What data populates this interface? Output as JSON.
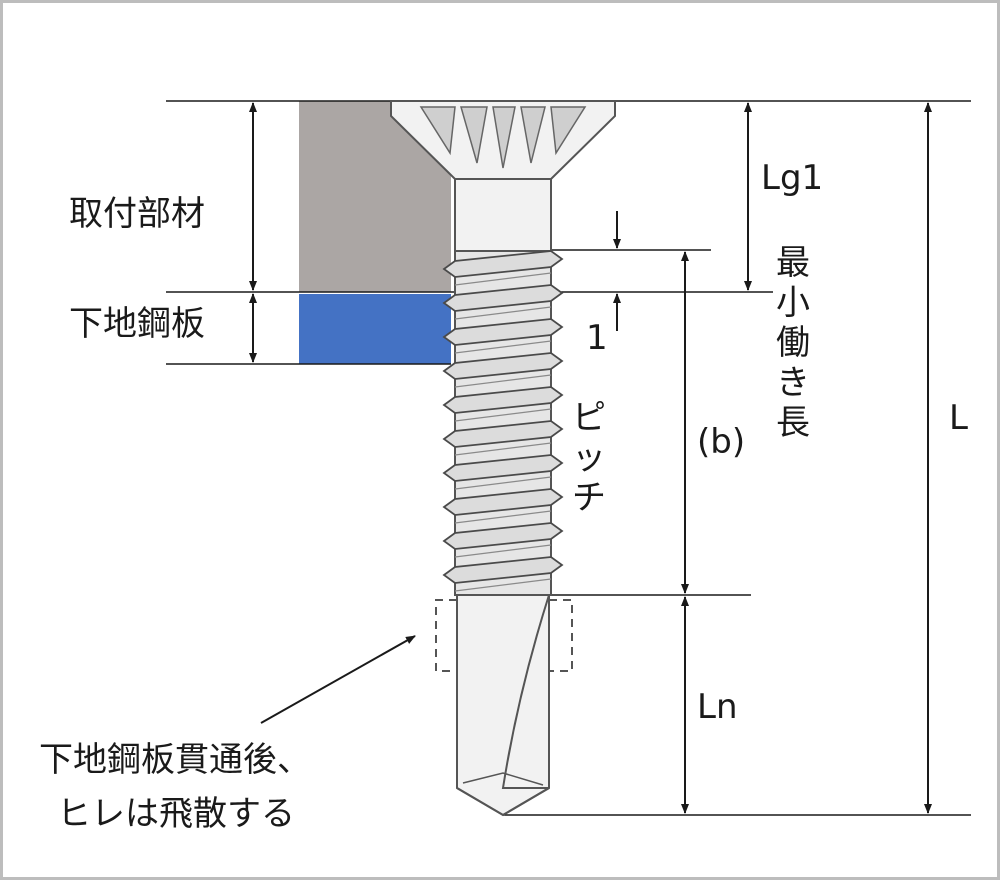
{
  "labels": {
    "mounting_member": "取付部材",
    "base_steel_plate": "下地鋼板",
    "lg1": "Lg1",
    "min_working_length": "最小働き長",
    "one": "1",
    "b": "(b)",
    "pitch": "ピッチ",
    "ln": "Ln",
    "l": "L",
    "note_line1": "下地鋼板貫通後、",
    "note_line2": "ヒレは飛散する"
  },
  "colors": {
    "mounting_member": "#aba6a4",
    "base_steel_plate": "#4472c4",
    "line": "#1a1a1a",
    "screw_fill": "#f2f2f2",
    "screw_stroke": "#555555"
  }
}
